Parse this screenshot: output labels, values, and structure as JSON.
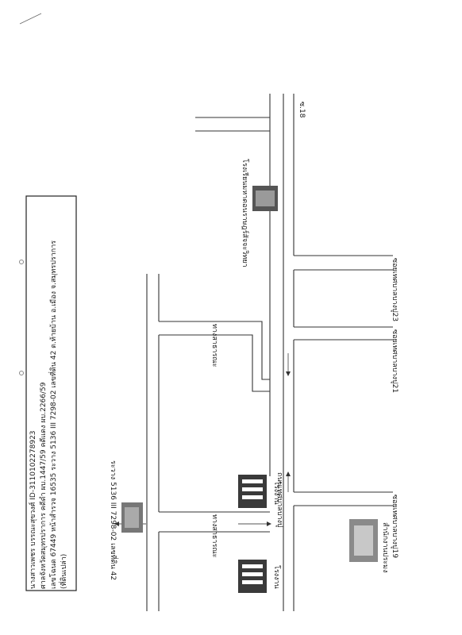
{
  "header": {
    "line1": "นางสาวเพชร บรรณะสุขวงศ์ ID-3110102278923",
    "line2": "ศาลจังหวัดสมุทรปราการ คดีดำ ผบ.1447/59 คดีแดง ผบ.2266/59",
    "line3": "เลขโฉนด 67449 หน้าสำรวจ 16535 ระวาง 5136 III 7298-02 เลขที่ดิน 42 ต.ท้ายบ้าน อ.เมือง จ.สมุทรปราการ",
    "line4": "(ที่ดินเปล่า)"
  },
  "map": {
    "main_road": "ถนนเทศบาลบางปู",
    "soi_18": "ซ.18",
    "soi_23": "ซอยเทศบาลบางปู23",
    "soi_21": "ซอยเทศบาลบางปู21",
    "soi_19": "ซอยเทศบาลบางปู19",
    "lane_top": "ทางสาธารณะ",
    "lane_bottom": "ทางสาธารณะ",
    "school": "โรงเรียนมหาดอนราษฎร์สัจจะวิทยา",
    "factory_1": "โรงงาน",
    "factory_2": "โรงงาน",
    "office": "สำนักงานประมง",
    "parcel_caption": "ระวาง 5136 III 7298-02 เลขที่ดิน 42"
  },
  "colors": {
    "ink": "#1a1a1a",
    "road": "#333333",
    "photo": "#7a7a7a"
  }
}
